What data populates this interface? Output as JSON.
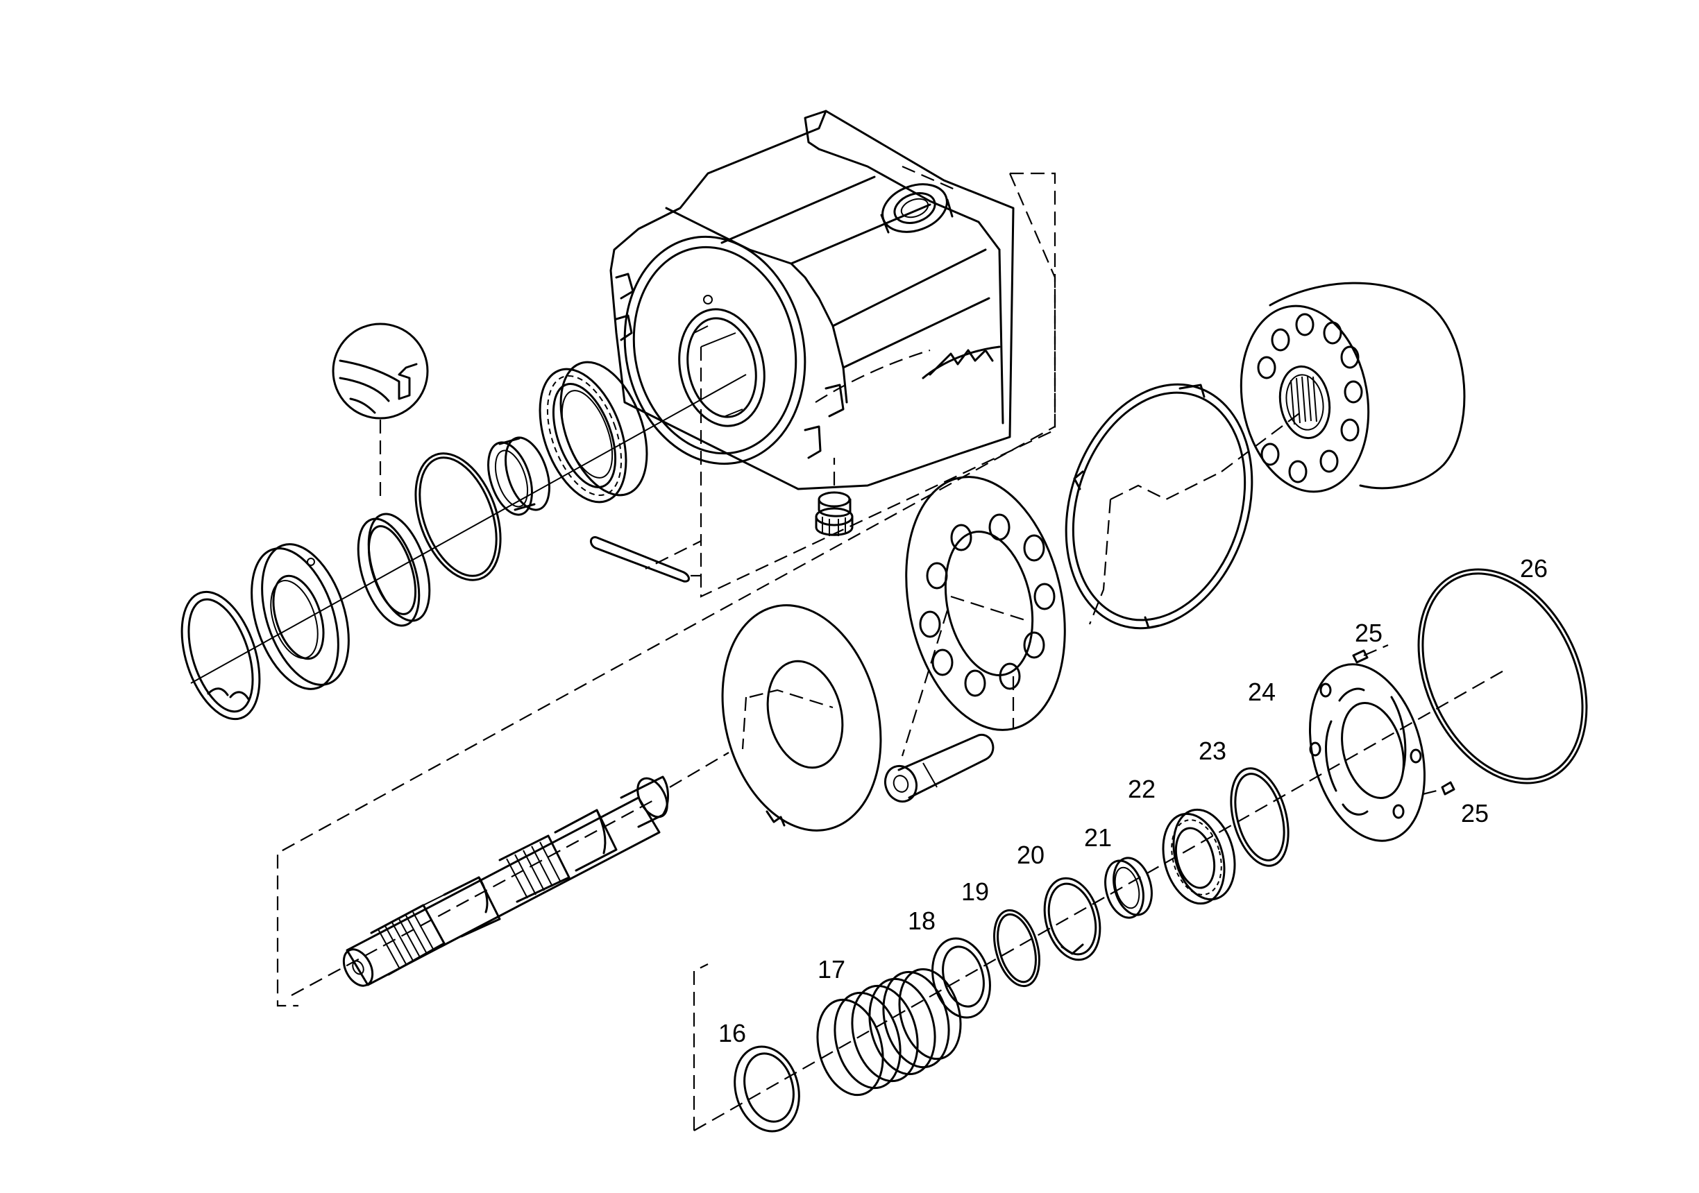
{
  "diagram": {
    "callouts": [
      {
        "id": "16",
        "label": "16"
      },
      {
        "id": "17",
        "label": "17"
      },
      {
        "id": "18",
        "label": "18"
      },
      {
        "id": "19",
        "label": "19"
      },
      {
        "id": "20",
        "label": "20"
      },
      {
        "id": "21",
        "label": "21"
      },
      {
        "id": "22",
        "label": "22"
      },
      {
        "id": "23",
        "label": "23"
      },
      {
        "id": "24",
        "label": "24"
      },
      {
        "id": "25a",
        "label": "25"
      },
      {
        "id": "25b",
        "label": "25"
      },
      {
        "id": "26",
        "label": "26"
      }
    ],
    "colors": {
      "line": "#000000",
      "background": "#ffffff"
    }
  }
}
